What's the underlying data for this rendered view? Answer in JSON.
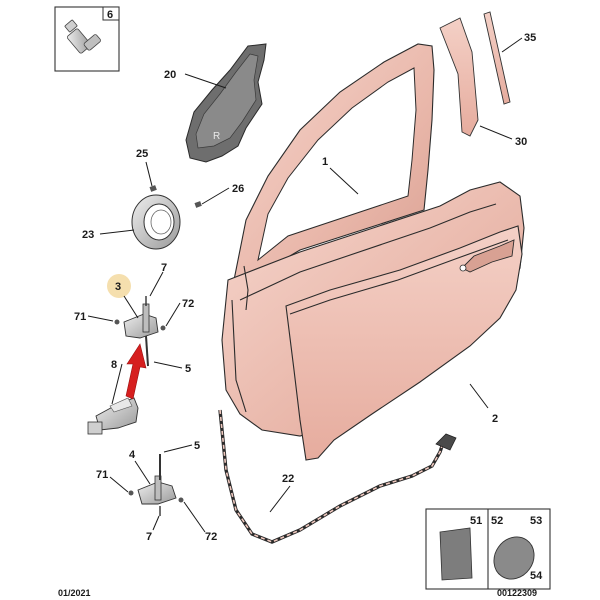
{
  "callouts": {
    "c6": "6",
    "c20": "20",
    "c35": "35",
    "c30": "30",
    "c25": "25",
    "c26": "26",
    "c1": "1",
    "c23": "23",
    "c3": "3",
    "c7a": "7",
    "c71a": "71",
    "c72a": "72",
    "c8": "8",
    "c5a": "5",
    "c2": "2",
    "c5b": "5",
    "c4": "4",
    "c71b": "71",
    "c22": "22",
    "c7b": "7",
    "c72b": "72",
    "c51": "51",
    "c52": "52",
    "c53": "53",
    "c54": "54"
  },
  "footer": {
    "date": "01/2021",
    "ref": "00122309"
  },
  "colors": {
    "part_fill": "#e9b8ac",
    "part_fill_light": "#f3d3ca",
    "hardware_fill": "#d9d9d9",
    "highlight_circle": "#f5dfae",
    "arrow": "#d61f1f"
  }
}
